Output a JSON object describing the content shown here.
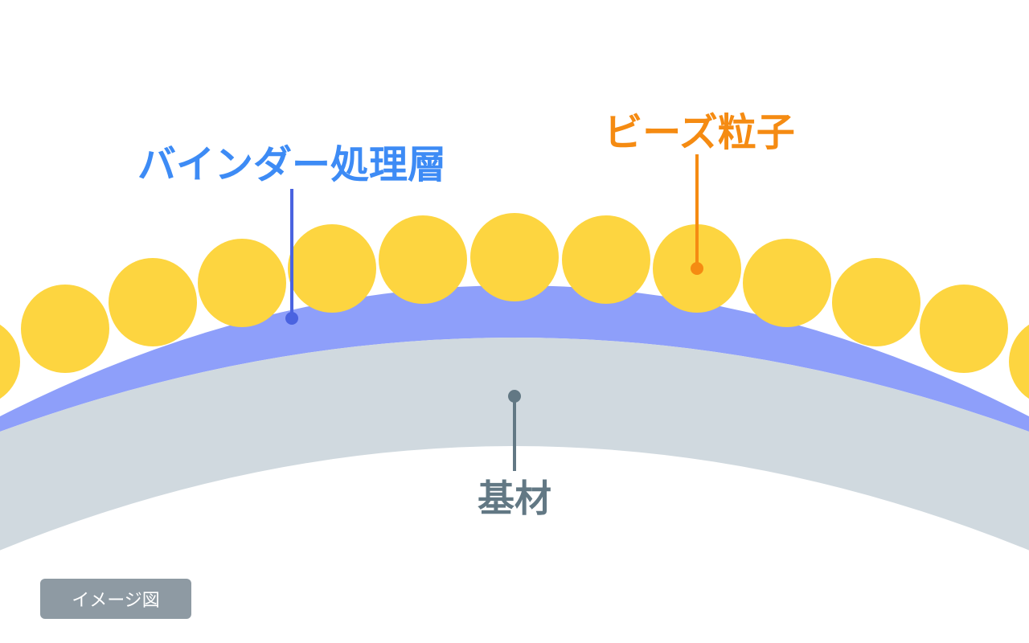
{
  "labels": {
    "beads": "ビーズ粒子",
    "binder": "バインダー処理層",
    "substrate": "基材"
  },
  "badge": {
    "text": "イメージ図"
  },
  "colors": {
    "background": "#ffffff",
    "bead_fill": "#fdd540",
    "binder_fill": "#8e9ffa",
    "substrate_fill": "#d0d9df",
    "beads_label": "#f58b12",
    "binder_label": "#3d8bf5",
    "binder_pointer": "#4a63e0",
    "substrate_label": "#627884",
    "badge_fill": "#8e9aa3"
  }
}
